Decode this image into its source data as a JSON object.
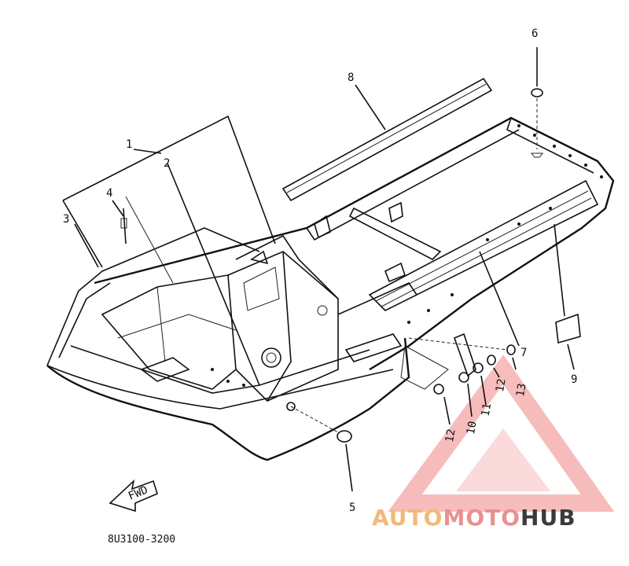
{
  "diagram": {
    "part_number": "8U3100-3200",
    "fwd_label": "FWD",
    "callouts": [
      "1",
      "2",
      "3",
      "4",
      "5",
      "6",
      "7",
      "8",
      "9",
      "10",
      "11",
      "12",
      "12",
      "13"
    ]
  },
  "watermark": {
    "part1": "AUTO",
    "part2": "MOTO",
    "part3": "HUB",
    "colors": {
      "auto": "#f3b878",
      "moto": "#e8918f",
      "hub": "#3a3a3a",
      "triangle": "#f4a6a6"
    }
  }
}
